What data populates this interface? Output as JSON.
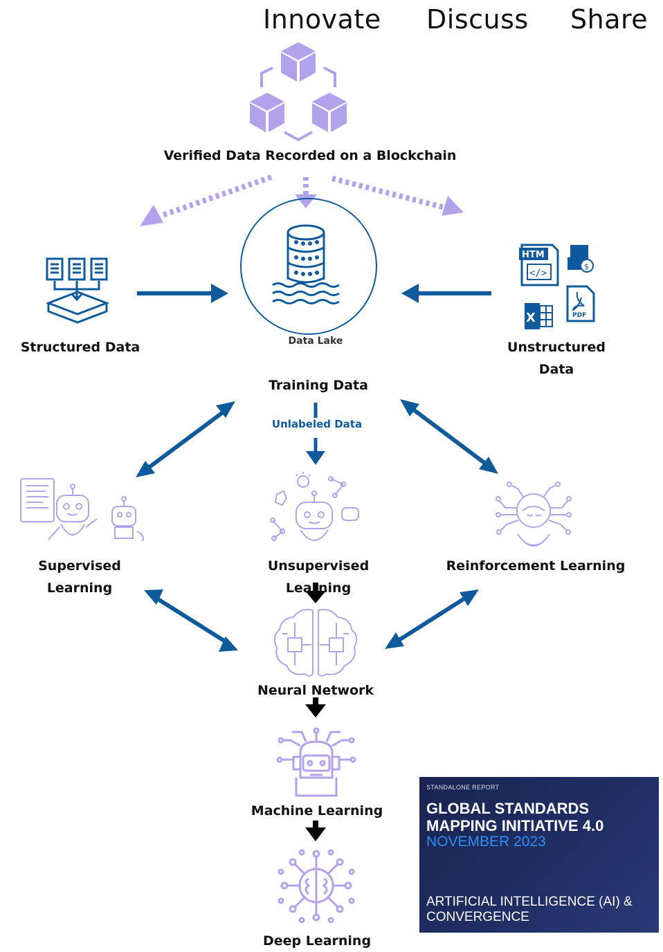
{
  "header": {
    "words": [
      "Innovate",
      "Discuss",
      "Share"
    ]
  },
  "nodes": {
    "blockchain": "Verified  Data Recorded  on a Blockchain",
    "structured": "Structured  Data",
    "data_lake": "Data Lake",
    "unstructured": "Unstructured Data",
    "training": "Training  Data",
    "unlabeled": "Unlabeled  Data",
    "supervised": "Supervised Learning",
    "unsupervised": "Unsupervised Learning",
    "reinforcement": "Reinforcement  Learning",
    "neural": "Neural  Network",
    "machine": "Machine  Learning",
    "deep": "Deep  Learning"
  },
  "unstructured_icons": {
    "html_label": "HTM",
    "pdf_label": "PDF"
  },
  "report": {
    "tag": "STANDALONE REPORT",
    "title_line1": "GLOBAL STANDARDS",
    "title_line2": "MAPPING INITIATIVE 4.0",
    "date": "NOVEMBER 2023",
    "subtitle": "ARTIFICIAL INTELLIGENCE (AI) & CONVERGENCE"
  },
  "colors": {
    "purple": "#b1a2ec",
    "blue": "#0e5a9c",
    "black": "#000000",
    "report_bg": "#1d2a55",
    "report_accent": "#2d8ff0"
  }
}
